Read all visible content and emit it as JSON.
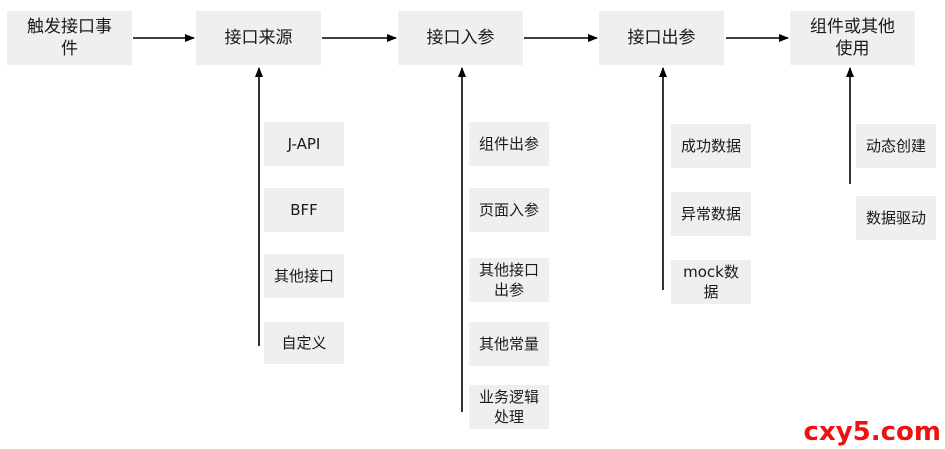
{
  "main_flow": [
    "触发接口事件",
    "接口来源",
    "接口入参",
    "接口出参",
    "组件或其他使用"
  ],
  "sources": [
    "J-API",
    "BFF",
    "其他接口",
    "自定义"
  ],
  "inputs": [
    "组件出参",
    "页面入参",
    "其他接口出参",
    "其他常量",
    "业务逻辑处理"
  ],
  "outputs": [
    "成功数据",
    "异常数据",
    "mock数据"
  ],
  "usage": [
    "动态创建",
    "数据驱动"
  ],
  "watermark": "cxy5.com",
  "colors": {
    "box_bg": "#efefef",
    "arrow": "#000000",
    "watermark": "#ee1111"
  }
}
